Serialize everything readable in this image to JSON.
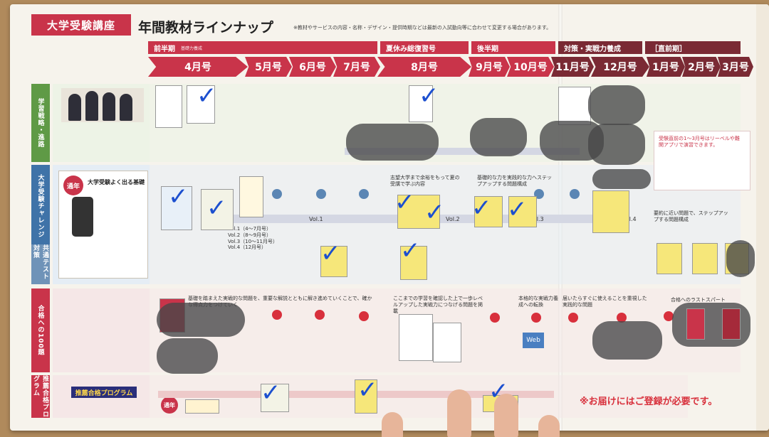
{
  "header": {
    "brand": "大学受験講座",
    "title": "年間教材ラインナップ",
    "note": "※教材やサービスの内容・名称・デザイン・提供時期などは最新の入試動向等に合わせて変更する場合があります。"
  },
  "phases": [
    {
      "label": "前半期",
      "sub": "基礎力養成"
    },
    {
      "label": "夏休み総復習号",
      "sub": ""
    },
    {
      "label": "後半期",
      "sub": ""
    },
    {
      "label": "対策・実戦力養成",
      "sub": ""
    },
    {
      "label": "［直前期］",
      "sub": ""
    }
  ],
  "months": [
    "4月号",
    "5月号",
    "6月号",
    "7月号",
    "8月号",
    "9月号",
    "10月号",
    "11月号",
    "12月号",
    "1月号",
    "2月号",
    "3月号"
  ],
  "rows": [
    {
      "label": "学習戦略・進路"
    },
    {
      "label": "大学受験チャレンジ"
    },
    {
      "label": "共通テスト対策"
    },
    {
      "label": "合格への100題"
    },
    {
      "label": "推薦合格プログラム"
    }
  ],
  "challenge": {
    "badge": "通年",
    "app_title": "大学受験よく出る基礎",
    "vols": [
      "Vol.1",
      "Vol.2",
      "Vol.3",
      "Vol.4"
    ],
    "vol_list": [
      "Vol.1（4〜7月号）",
      "Vol.2（8〜9月号）",
      "Vol.3（10〜11月号）",
      "Vol.4（12月号）"
    ],
    "summer_text": "志望大学まで余裕をもって夏の受講で学ぶ内容",
    "later_text": "基礎的な力を実践的な力へステップアップする問題構成",
    "late_text": "要約に近い問題で、ステップアップする問題構成"
  },
  "hundred": {
    "spring_text": "基礎を踏まえた実戦的な問題を、重要な解説とともに解き進めていくことで、確かな得点力をつけていく",
    "summer_text": "ここまでの学習を確認した上で一歩レベルアップした実戦力につなげる問題を掲載",
    "later_text": "本格的な実戦力養成への転換",
    "late_text": "届いたらすぐに使えることを重視した実践的な問題",
    "final_text": "合格へのラストスパート",
    "web_label": "Web"
  },
  "suisen": {
    "logo": "推薦合格プログラム",
    "badge": "通年",
    "registration": "※お届けにはご登録が必要です。"
  },
  "strategy": {
    "late_note": "受験直前の1〜3月号はリーベルや難関アプリで演習できます。"
  },
  "colors": {
    "brand_red": "#c9344a",
    "dark_red": "#7a2a34",
    "check_blue": "#1c4fcf",
    "dot_blue": "#5b86b4",
    "dot_red": "#d8303c"
  }
}
